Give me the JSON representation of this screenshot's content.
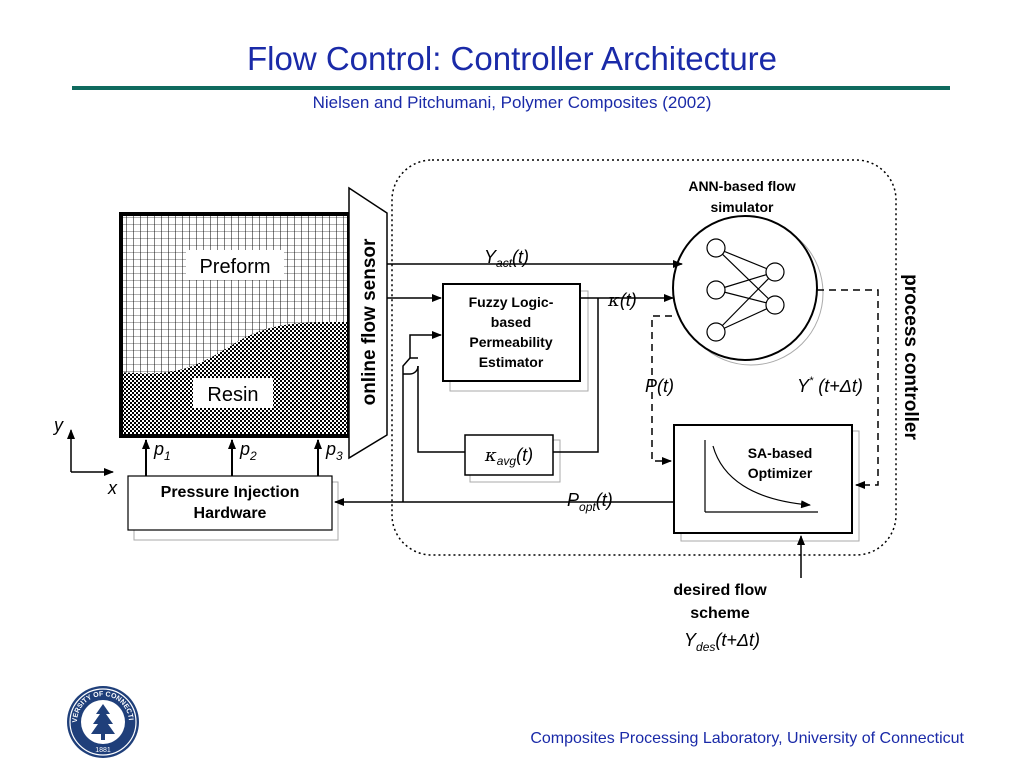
{
  "title": "Flow Control: Controller Architecture",
  "subtitle": "Nielsen and Pitchumani, Polymer Composites (2002)",
  "footer": "Composites Processing Laboratory, University of Connecticut",
  "colors": {
    "title_blue": "#1a2aa8",
    "rule_green": "#0f6a5e",
    "seal_blue": "#1f3f7a"
  },
  "seal": {
    "text": "UNIVERSITY OF CONNECTICUT",
    "year": "1881"
  },
  "mold": {
    "preform": "Preform",
    "resin": "Resin",
    "p1": "p",
    "p1_sub": "1",
    "p2": "p",
    "p2_sub": "2",
    "p3": "p",
    "p3_sub": "3",
    "axis_y": "y",
    "axis_x": "x"
  },
  "sensor": "online flow sensor",
  "hardware": {
    "line1": "Pressure Injection",
    "line2": "Hardware"
  },
  "fuzzy": {
    "line1": "Fuzzy Logic-",
    "line2": "based",
    "line3": "Permeability",
    "line4": "Estimator"
  },
  "ann": {
    "line1": "ANN-based flow",
    "line2": "simulator"
  },
  "optimizer": {
    "line1": "SA-based",
    "line2": "Optimizer"
  },
  "process_controller": "process controller",
  "signals": {
    "yact": "Y",
    "yact_sub": "act",
    "yact_arg": "(t)",
    "kappa": "κ",
    "kappa_arg": "(t)",
    "kavg": "κ",
    "kavg_sub": "avg",
    "kavg_arg": "(t)",
    "pt": "P(t)",
    "ystar": "Y",
    "ystar_sup": "*",
    "ystar_arg": " (t+Δt)",
    "popt": "P",
    "popt_sub": "opt",
    "popt_arg": "(t)"
  },
  "desired": {
    "line1": "desired flow",
    "line2": "scheme",
    "y": "Y",
    "y_sub": "des",
    "y_arg": "(t+Δt)"
  }
}
